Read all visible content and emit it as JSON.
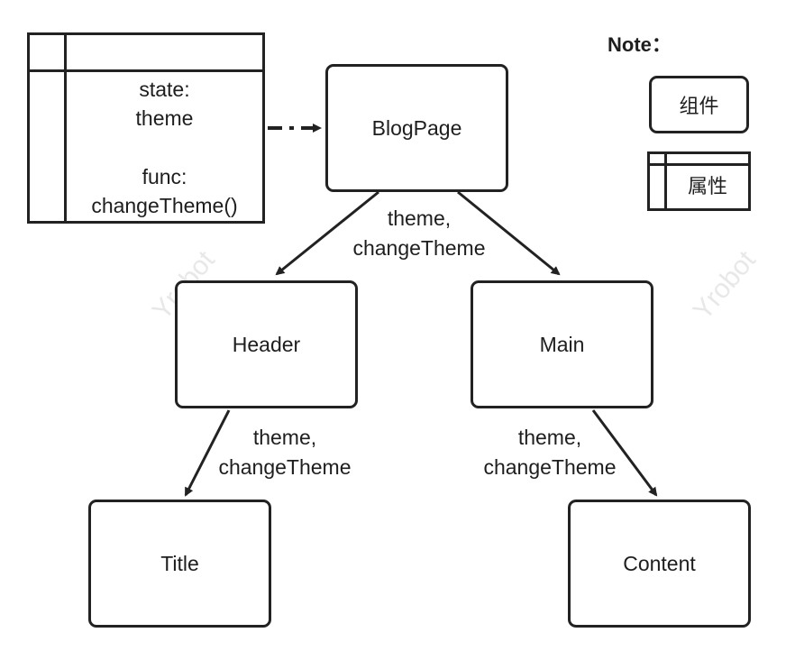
{
  "nodes": {
    "blogpage": "BlogPage",
    "header": "Header",
    "main": "Main",
    "title": "Title",
    "content": "Content"
  },
  "attribute_box": {
    "state_label": "state:",
    "state_value": "theme",
    "func_label": "func:",
    "func_value": "changeTheme()"
  },
  "edge_labels": {
    "blogpage_children_1": "theme,",
    "blogpage_children_2": "changeTheme",
    "header_title_1": "theme,",
    "header_title_2": "changeTheme",
    "main_content_1": "theme,",
    "main_content_2": "changeTheme"
  },
  "legend": {
    "title": "Note：",
    "component": "组件",
    "attribute": "属性"
  },
  "watermark": "Yrobot",
  "colors": {
    "stroke": "#222222",
    "watermark": "#e8e8e8"
  }
}
